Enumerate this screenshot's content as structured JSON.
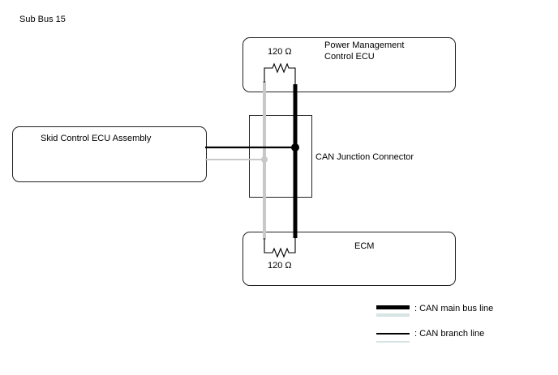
{
  "title": "Sub Bus 15",
  "nodes": {
    "power_management": {
      "line1": "Power Management",
      "line2": "Control ECU"
    },
    "skid_control": {
      "label": "Skid Control ECU Assembly"
    },
    "ecm": {
      "label": "ECM"
    },
    "junction": {
      "label": "CAN Junction Connector"
    }
  },
  "resistors": {
    "top": "120 Ω",
    "bottom": "120 Ω"
  },
  "legend": {
    "main_bus": ": CAN main bus line",
    "branch": ": CAN branch line"
  },
  "colors": {
    "can_high": "#000000",
    "can_low": "#c8c8c8",
    "legend_low": "#d6e4e4",
    "outline": "#222222"
  }
}
